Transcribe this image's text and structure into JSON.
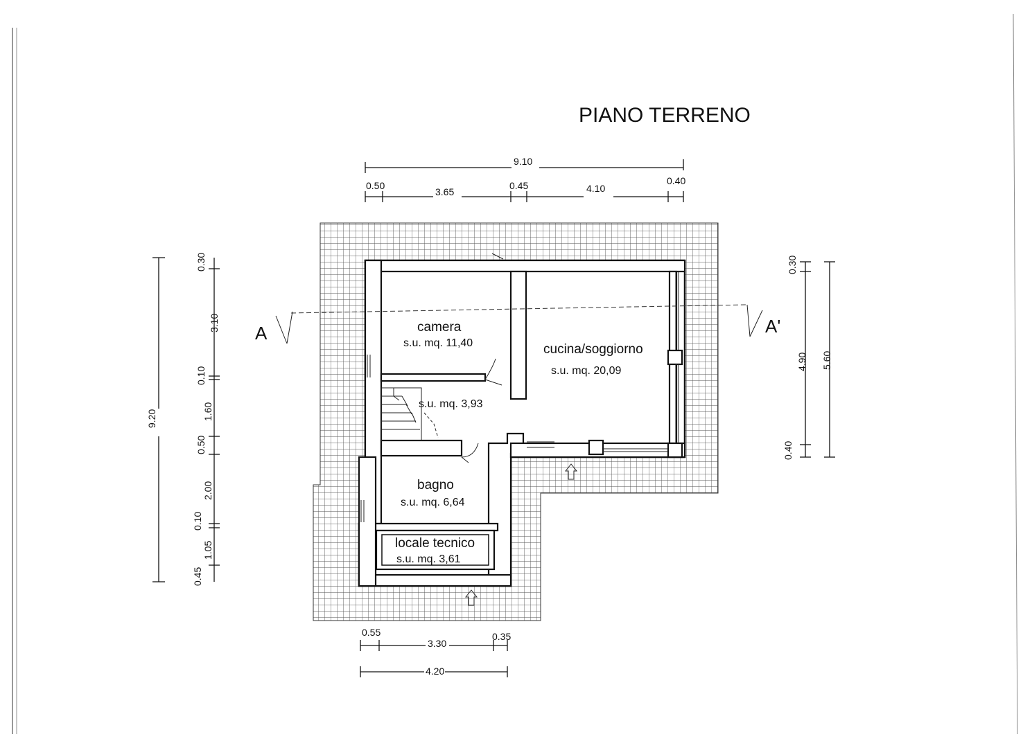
{
  "title": "PIANO TERRENO",
  "section_marks": {
    "left": "A",
    "right": "A'"
  },
  "rooms": [
    {
      "name": "camera",
      "area": "s.u. mq. 11,40"
    },
    {
      "name": "",
      "area": "s.u. mq. 3,93"
    },
    {
      "name": "cucina/soggiorno",
      "area": "s.u. mq. 20,09"
    },
    {
      "name": "bagno",
      "area": "s.u. mq. 6,64"
    },
    {
      "name": "locale tecnico",
      "area": "s.u. mq. 3,61"
    }
  ],
  "dimensions": {
    "top_total": "9.10",
    "top_parts": [
      "0.50",
      "3.65",
      "0.45",
      "4.10",
      "0.40"
    ],
    "left_total": "9.20",
    "left_parts": [
      "0.30",
      "3.10",
      "0.10",
      "1.60",
      "0.50",
      "2.00",
      "0.10",
      "1.05",
      "0.45"
    ],
    "right_parts": [
      "0.30",
      "4.90",
      "0.40"
    ],
    "right_total": "5.60",
    "bottom_parts": [
      "0.55",
      "3.30",
      "0.35"
    ],
    "bottom_total": "4.20"
  }
}
